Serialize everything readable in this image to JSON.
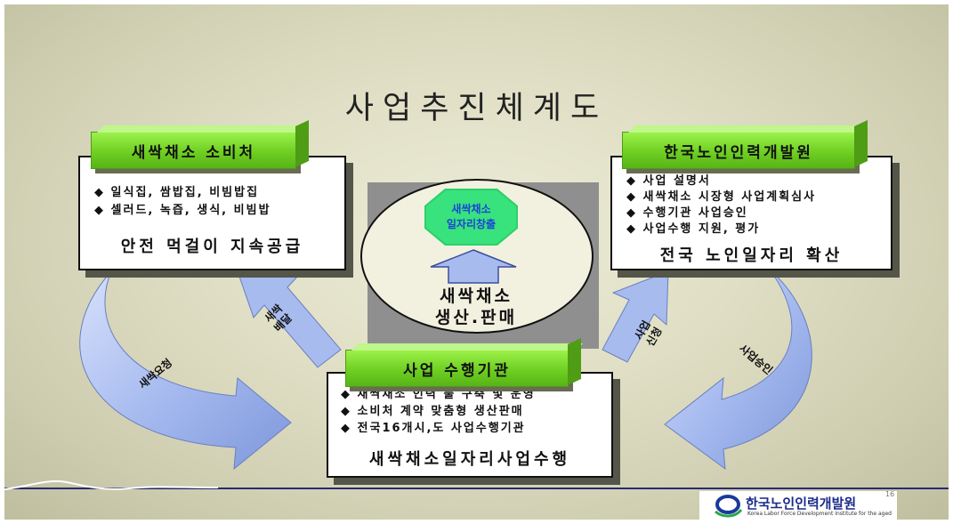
{
  "title": "사업추진체계도",
  "consumer": {
    "header": "새싹채소 소비처",
    "items": [
      "일식집, 쌈밥집, 비빔밥집",
      "셀러드, 녹즙, 생식, 비빔밥"
    ],
    "summary": "안전 먹걸이 지속공급"
  },
  "institute": {
    "header": "한국노인인력개발원",
    "items": [
      "사업 설명서",
      "새싹채소 시장형 사업계획심사",
      "수행기관 사업승인",
      "사업수행 지원, 평가"
    ],
    "summary": "전국 노인일자리 확산"
  },
  "agency": {
    "header": "사업 수행기관",
    "items": [
      "새싹채소 인력 풀 구축 및 운영",
      "소비처 계약 맞춤형 생산판매",
      "전국16개시,도 사업수행기관"
    ],
    "summary": "새싹채소일자리사업수행"
  },
  "center": {
    "octagon_line1": "새싹채소",
    "octagon_line2": "일자리창출",
    "label_line1": "새싹채소",
    "label_line2": "생산.판매"
  },
  "arrows": {
    "request": "새싹요청",
    "delivery_line1": "새싹",
    "delivery_line2": "배달",
    "apply_line1": "사업",
    "apply_line2": "신청",
    "approve": "사업승인"
  },
  "footer": {
    "logo_name": "한국노인인력개발원",
    "logo_sub": "Korea Labor Force Development Institute for the aged",
    "page_number": "16"
  },
  "colors": {
    "header_green": "#6fcf22",
    "arrow_blue": "#a9bdf0",
    "octagon_green": "#38e27c",
    "octagon_text": "#1a45d8"
  }
}
